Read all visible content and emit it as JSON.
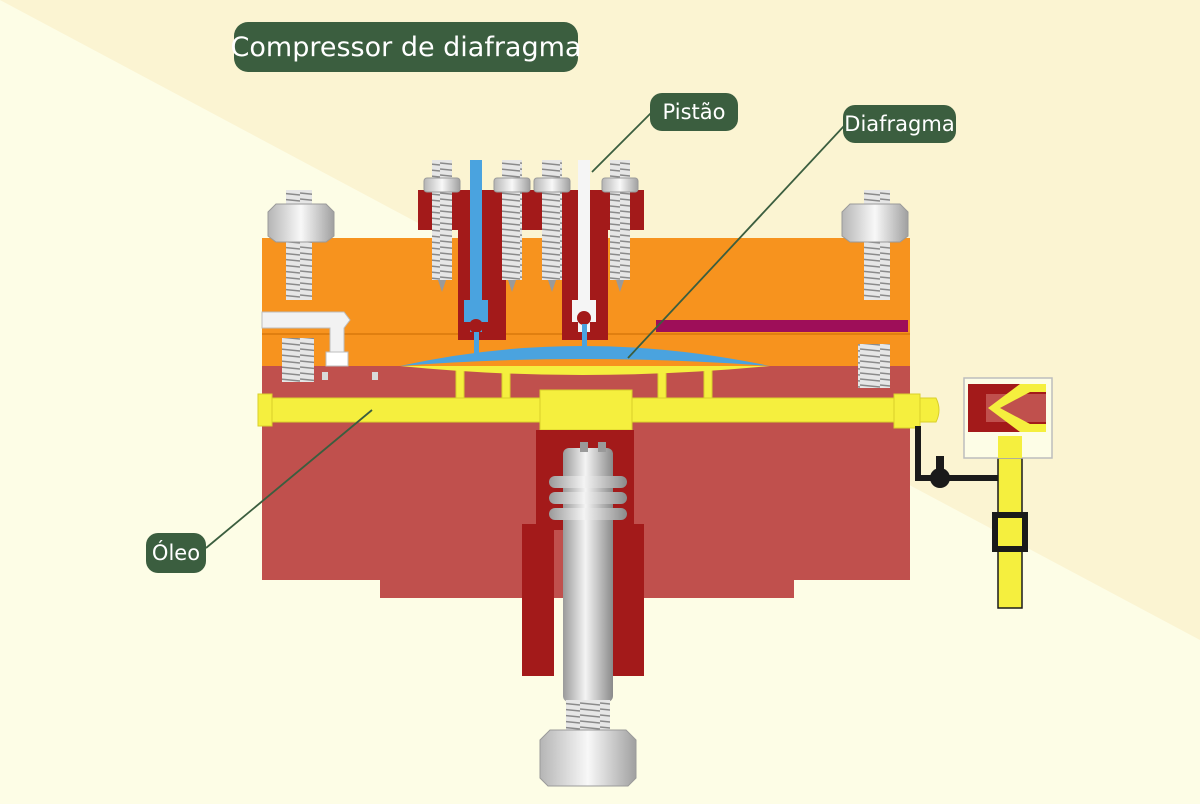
{
  "title": "Compressor de diafragma",
  "labels": {
    "piston": "Pistão",
    "diaphragm": "Diafragma",
    "oil": "Óleo"
  },
  "colors": {
    "background": "#fdfde6",
    "background_band": "#fbf4d2",
    "label_fill": "#3b5e3f",
    "leader_line": "#3b5e3f",
    "body_red": "#c0504d",
    "dark_red": "#a31a1a",
    "orange_plate": "#f7931e",
    "oil_yellow": "#f5ef3e",
    "diaphragm_blue": "#4aa3df",
    "purple_channel": "#9e0e59",
    "steel": "#d9d9d9"
  },
  "icons": [
    "bolt-icon",
    "valve-icon",
    "pipe-icon",
    "check-valve-icon"
  ]
}
